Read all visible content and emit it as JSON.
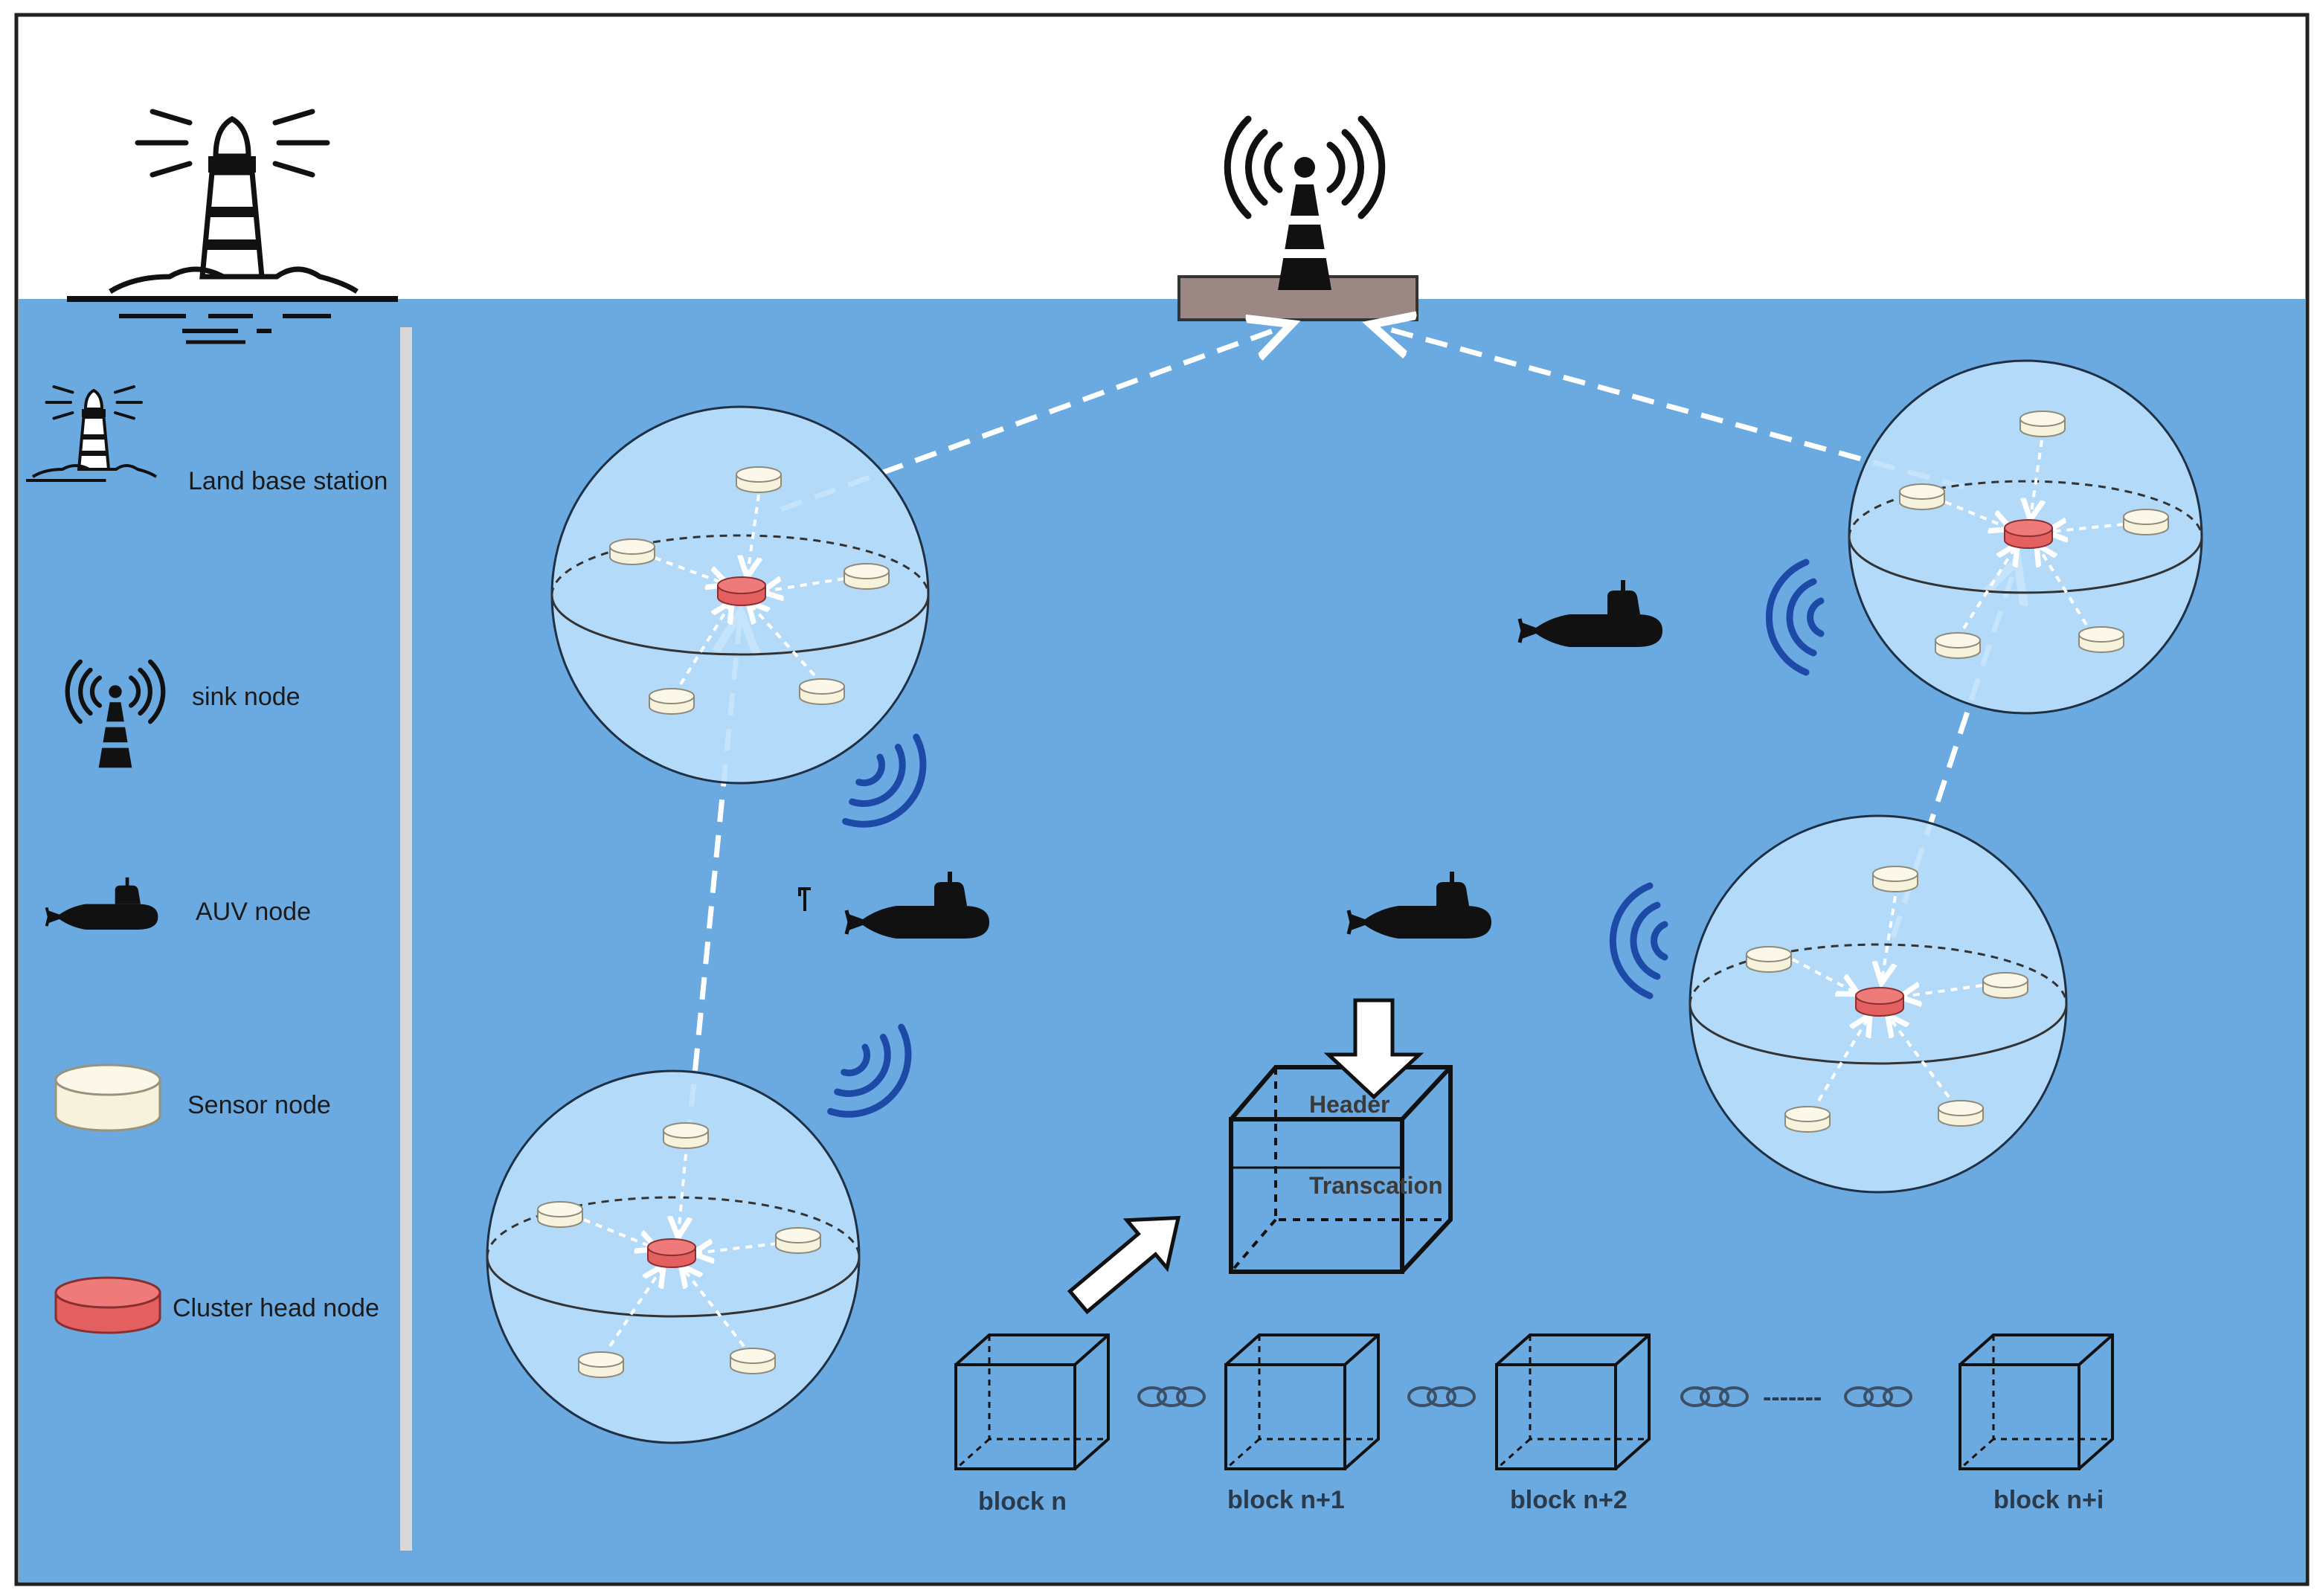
{
  "legend": {
    "items": [
      {
        "icon": "lighthouse-icon",
        "label": "Land base station"
      },
      {
        "icon": "antenna-icon",
        "label": "sink node"
      },
      {
        "icon": "submarine-icon",
        "label": "AUV node"
      },
      {
        "icon": "sensor-node-icon",
        "label": "Sensor node"
      },
      {
        "icon": "cluster-head-icon",
        "label": "Cluster head node"
      }
    ]
  },
  "block_detail": {
    "header_label": "Header",
    "transaction_label": "Transcation"
  },
  "blockchain": {
    "blocks": [
      {
        "label": "block n"
      },
      {
        "label": "block n+1"
      },
      {
        "label": "block n+2"
      },
      {
        "label": "block n+i"
      }
    ],
    "ellipsis": "-------"
  },
  "colors": {
    "sea": "#6aaae0",
    "sky": "#ffffff",
    "sphere_fill": "#bde0fb",
    "sensor_node": "#f6f2dc",
    "cluster_head": "#e45f5f",
    "platform": "#9b8784",
    "signal_waves": "#1c4aa6",
    "auv": "#111111"
  }
}
